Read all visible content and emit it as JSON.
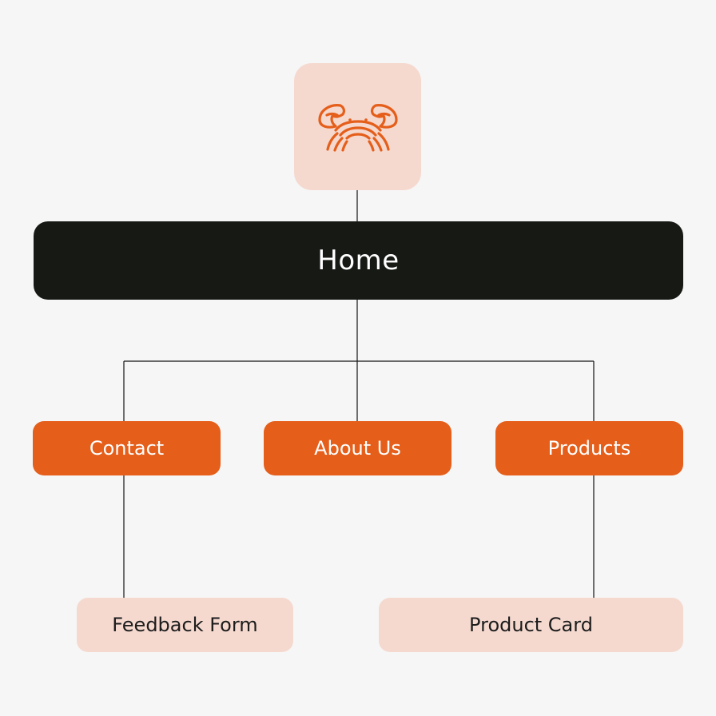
{
  "logo": {
    "icon": "crab-icon",
    "color": "#e55e1a"
  },
  "root": {
    "label": "Home"
  },
  "level1": [
    {
      "label": "Contact"
    },
    {
      "label": "About Us"
    },
    {
      "label": "Products"
    }
  ],
  "level2": [
    {
      "label": "Feedback Form",
      "parent": "Contact"
    },
    {
      "label": "Product Card",
      "parent": "Products"
    }
  ],
  "colors": {
    "background": "#f6f6f6",
    "root_fill": "#171915",
    "level1_fill": "#e55e1a",
    "light_fill": "#f5d9cf",
    "connector": "#141414"
  }
}
